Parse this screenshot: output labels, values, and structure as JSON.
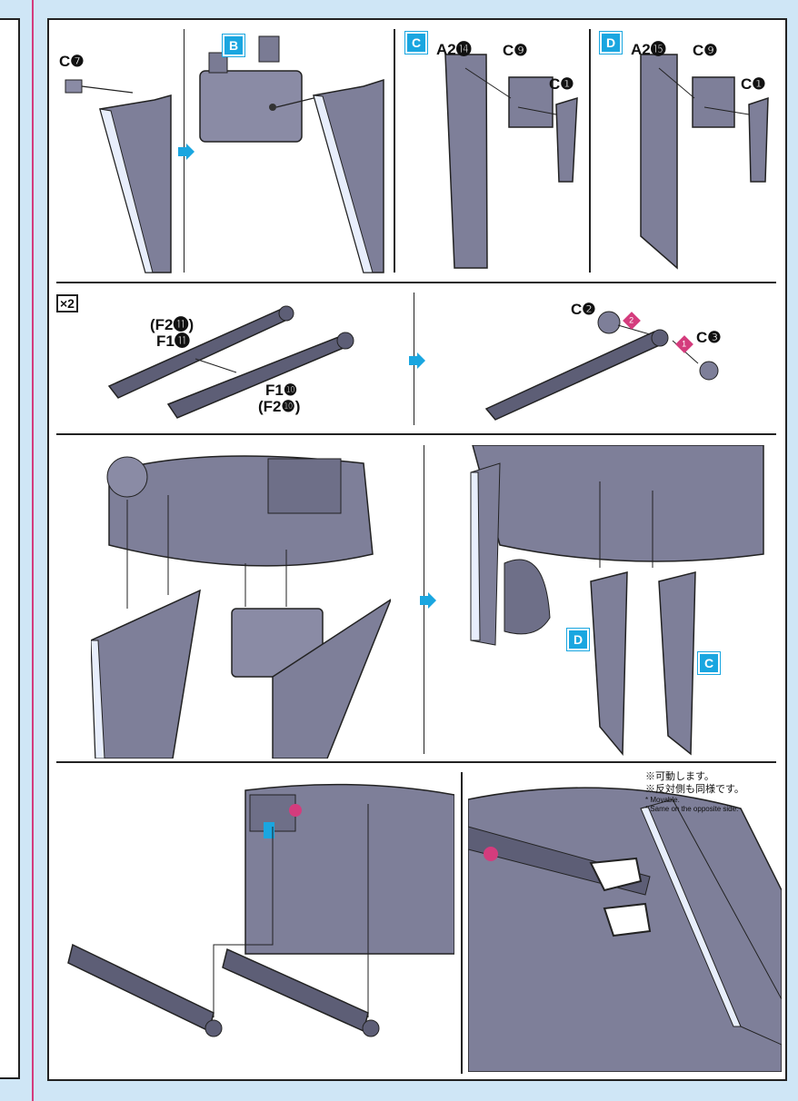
{
  "step1": {
    "badge_b": "B",
    "badge_c": "C",
    "badge_d": "D",
    "c7": "C❼",
    "a2_14": "A2⓮",
    "a2_15": "A2⓯",
    "c9a": "C❾",
    "c9b": "C❾",
    "c1a": "C❶",
    "c1b": "C❶"
  },
  "step2": {
    "multiplier": "×2",
    "f2_11": "(F2⓫)",
    "f1_11": "F1⓫",
    "f1_10": "F1❿",
    "f2_10": "(F2❿)",
    "c2": "C❷",
    "c3": "C❸",
    "order1": "1",
    "order2": "2"
  },
  "step3": {
    "badge_d": "D",
    "badge_c": "C"
  },
  "step4": {
    "note_jp1": "※可動します。",
    "note_jp2": "※反対側も同様です。",
    "note_en1": "* Movable.",
    "note_en2": "* Same on the opposite side."
  },
  "colors": {
    "part": "#7e7f99",
    "part_dark": "#5d5e76",
    "accent_blue": "#1aa6e0",
    "pink": "#d43c7d"
  }
}
